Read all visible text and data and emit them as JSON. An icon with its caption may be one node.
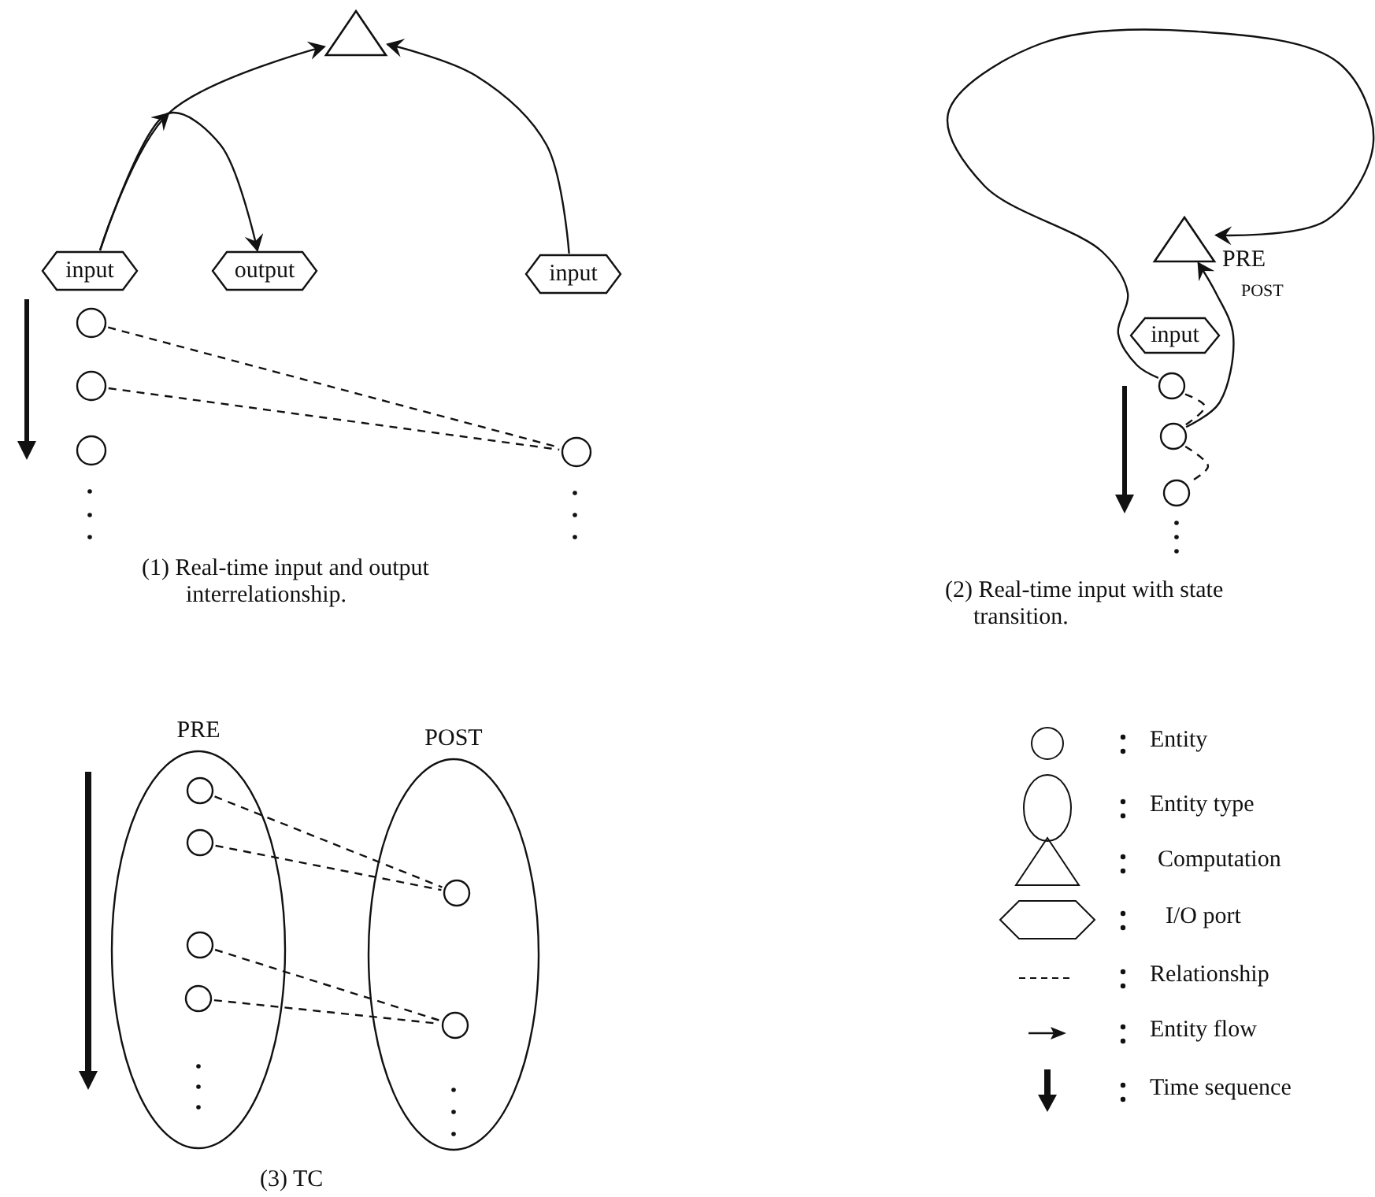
{
  "diagram": {
    "nodes": [
      {
        "text": [],
        "shape": "triangle"
      },
      {
        "text": [
          "input"
        ]
      },
      {
        "text": [
          "output"
        ]
      },
      {
        "text": [
          "input"
        ]
      },
      {
        "text": [],
        "shape": "circle"
      },
      {
        "text": [],
        "shape": "circle"
      },
      {
        "text": [],
        "shape": "circle"
      },
      {
        "text": [],
        "shape": "circle"
      },
      {
        "text": [],
        "shape": "triangle"
      },
      {
        "text": [
          "input"
        ]
      },
      {
        "text": [],
        "shape": "circle"
      },
      {
        "text": [],
        "shape": "circle"
      },
      {
        "text": [],
        "shape": "circle"
      },
      {
        "text": [
          "PRE"
        ]
      },
      {
        "text": [
          "POST"
        ]
      },
      {
        "text": [],
        "shape": "circle",
        "in": 13
      },
      {
        "text": [],
        "shape": "circle",
        "in": 13
      },
      {
        "text": [],
        "shape": "circle",
        "in": 13
      },
      {
        "text": [],
        "shape": "circle",
        "in": 13
      },
      {
        "text": [],
        "shape": "circle",
        "in": 14
      },
      {
        "text": [],
        "shape": "circle",
        "in": 14
      }
    ],
    "edges": [
      {
        "from": 1,
        "to": 0,
        "arrow": "to"
      },
      {
        "from": 1,
        "to": 2,
        "arrow": "to"
      },
      {
        "from": 3,
        "to": 0,
        "arrow": "to"
      },
      {
        "from": 4,
        "to": 7,
        "arrow": "none",
        "style": "dashed"
      },
      {
        "from": 5,
        "to": 7,
        "arrow": "none",
        "style": "dashed"
      },
      {
        "from": 10,
        "to": 8,
        "arrow": "to",
        "label": "PRE"
      },
      {
        "from": 11,
        "to": 8,
        "arrow": "to",
        "label": "POST"
      },
      {
        "from": 10,
        "to": 11,
        "arrow": "none",
        "style": "dashed"
      },
      {
        "from": 11,
        "to": 12,
        "arrow": "none",
        "style": "dashed"
      },
      {
        "from": 15,
        "to": 19,
        "arrow": "none",
        "style": "dashed"
      },
      {
        "from": 16,
        "to": 19,
        "arrow": "none",
        "style": "dashed"
      },
      {
        "from": 17,
        "to": 20,
        "arrow": "none",
        "style": "dashed"
      },
      {
        "from": 18,
        "to": 20,
        "arrow": "none",
        "style": "dashed"
      }
    ],
    "labels": [
      "(1) Real-time input and output interrelationship.",
      "(2) Real-time input with state transition.",
      "(3) TC"
    ],
    "legend": [
      {
        "text": "Entity"
      },
      {
        "text": "Entity type"
      },
      {
        "text": "Computation"
      },
      {
        "text": "I/O port"
      },
      {
        "text": "Relationship"
      },
      {
        "text": "Entity flow"
      },
      {
        "text": "Time sequence"
      }
    ]
  }
}
